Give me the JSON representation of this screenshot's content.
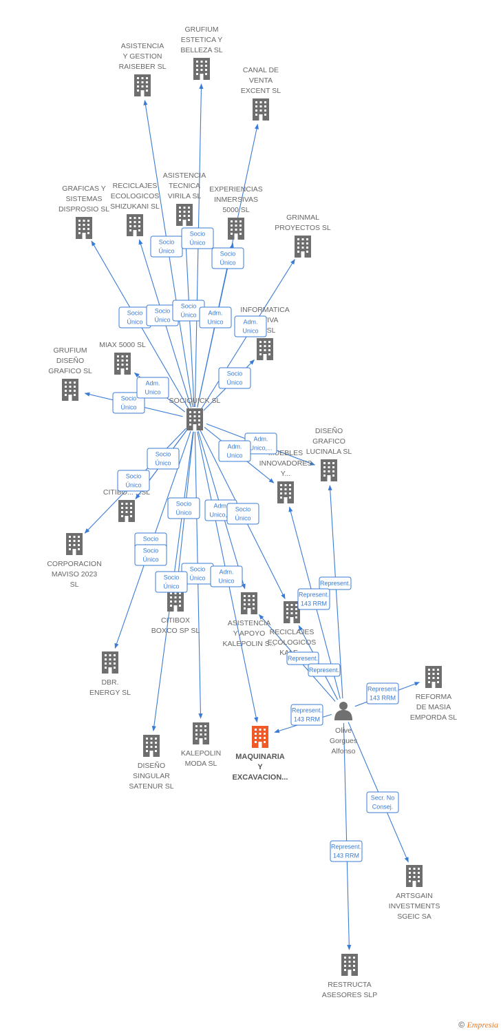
{
  "colors": {
    "edge": "#3a7bd5",
    "building": "#6e6e6e",
    "focus": "#f05a28",
    "person": "#707070"
  },
  "nodes": [
    {
      "id": "raiseber",
      "type": "company",
      "label": [
        "ASISTENCIA",
        "Y GESTION",
        "RAISEBER  SL"
      ]
    },
    {
      "id": "grufium_est",
      "type": "company",
      "label": [
        "GRUFIUM",
        "ESTETICA Y",
        "BELLEZA  SL"
      ]
    },
    {
      "id": "canal",
      "type": "company",
      "label": [
        "CANAL DE",
        "VENTA",
        "EXCENT  SL"
      ]
    },
    {
      "id": "graficas",
      "type": "company",
      "label": [
        "GRAFICAS Y",
        "SISTEMAS",
        "DISPROSIO  SL"
      ]
    },
    {
      "id": "reciclajes_shi",
      "type": "company",
      "label": [
        "RECICLAJES",
        "ECOLOGICOS",
        "SHIZUKANI  SL"
      ]
    },
    {
      "id": "virila",
      "type": "company",
      "label": [
        "ASISTENCIA",
        "TECNICA",
        "VIRILA  SL"
      ]
    },
    {
      "id": "experiencias",
      "type": "company",
      "label": [
        "EXPERIENCIAS",
        "INMERSIVAS",
        "5000  SL"
      ]
    },
    {
      "id": "grinmal",
      "type": "company",
      "label": [
        "GRINMAL",
        "PROYECTOS  SL"
      ]
    },
    {
      "id": "informatica",
      "type": "company",
      "label": [
        "INFORMATICA",
        "...NTIVA",
        "...A  SL"
      ]
    },
    {
      "id": "grufium_dis",
      "type": "company",
      "label": [
        "GRUFIUM",
        "DISEÑO",
        "GRAFICO  SL"
      ]
    },
    {
      "id": "miax",
      "type": "company",
      "label": [
        "MIAX 5000  SL"
      ]
    },
    {
      "id": "sociquick",
      "type": "company",
      "label": [
        "SOCIQUICK  SL"
      ]
    },
    {
      "id": "lucinala",
      "type": "company",
      "label": [
        "DISEÑO",
        "GRAFICO",
        "LUCINALA  SL"
      ]
    },
    {
      "id": "muebles",
      "type": "company",
      "label": [
        "...UEBLES",
        "INNOVADORES",
        "Y..."
      ]
    },
    {
      "id": "citibox",
      "type": "company",
      "label": [
        "CITIBO... ...SL"
      ]
    },
    {
      "id": "corporacion",
      "type": "company",
      "label": [
        "CORPORACION",
        "MAVISO 2023",
        "SL"
      ]
    },
    {
      "id": "citibox_boxco",
      "type": "company",
      "label": [
        "CITIBOX",
        "BOXCO SP  SL"
      ]
    },
    {
      "id": "asistencia_kal",
      "type": "company",
      "label": [
        "ASISTENCIA",
        "Y APOYO",
        "KALEPOLIN  S..."
      ]
    },
    {
      "id": "reciclajes_kal",
      "type": "company",
      "label": [
        "RECICLAJES",
        "ECOLOGICOS",
        "KALE..."
      ]
    },
    {
      "id": "dbr",
      "type": "company",
      "label": [
        "DBR.",
        "ENERGY  SL"
      ]
    },
    {
      "id": "reforma",
      "type": "company",
      "label": [
        "REFORMA",
        "DE MASIA",
        "EMPORDA  SL"
      ]
    },
    {
      "id": "satenur",
      "type": "company",
      "label": [
        "DISEÑO",
        "SINGULAR",
        "SATENUR  SL"
      ]
    },
    {
      "id": "kalepolin_moda",
      "type": "company",
      "label": [
        "KALEPOLIN",
        "MODA  SL"
      ]
    },
    {
      "id": "maquinaria",
      "type": "focus",
      "label": [
        "MAQUINARIA",
        "Y",
        "EXCAVACION..."
      ]
    },
    {
      "id": "olive",
      "type": "person",
      "label": [
        "Olive",
        "Gorgues",
        "Alfonso"
      ]
    },
    {
      "id": "artsgain",
      "type": "company",
      "label": [
        "ARTSGAIN",
        "INVESTMENTS",
        "SGEIC SA"
      ]
    },
    {
      "id": "restructa",
      "type": "company",
      "label": [
        "RESTRUCTA",
        "ASESORES SLP"
      ]
    }
  ],
  "edges": [
    {
      "from": "sociquick",
      "to": "raiseber",
      "label": [
        "Socio",
        "Único"
      ]
    },
    {
      "from": "sociquick",
      "to": "grufium_est",
      "label": [
        "Socio",
        "Único"
      ]
    },
    {
      "from": "sociquick",
      "to": "canal",
      "label": [
        "Socio",
        "Único"
      ]
    },
    {
      "from": "sociquick",
      "to": "graficas",
      "label": [
        "Socio",
        "Único"
      ]
    },
    {
      "from": "sociquick",
      "to": "reciclajes_shi",
      "label": [
        "Socio",
        "Único"
      ]
    },
    {
      "from": "sociquick",
      "to": "virila",
      "label": [
        "Socio",
        "Único"
      ]
    },
    {
      "from": "sociquick",
      "to": "experiencias",
      "label": [
        "Adm.",
        "Unico"
      ]
    },
    {
      "from": "sociquick",
      "to": "grinmal",
      "label": [
        "Adm.",
        "Unico"
      ]
    },
    {
      "from": "sociquick",
      "to": "informatica",
      "label": [
        "Socio",
        "Único"
      ]
    },
    {
      "from": "sociquick",
      "to": "grufium_dis",
      "label": [
        "Socio",
        "Único"
      ]
    },
    {
      "from": "sociquick",
      "to": "miax",
      "label": [
        "Adm.",
        "Unico"
      ]
    },
    {
      "from": "sociquick",
      "to": "lucinala",
      "label": [
        "Adm.",
        "Unico,..."
      ]
    },
    {
      "from": "sociquick",
      "to": "muebles",
      "label": [
        "Adm.",
        "Unico"
      ]
    },
    {
      "from": "sociquick",
      "to": "citibox",
      "label": [
        "Socio",
        "Único"
      ]
    },
    {
      "from": "sociquick",
      "to": "corporacion",
      "label": [
        "Socio",
        "Único"
      ]
    },
    {
      "from": "sociquick",
      "to": "citibox_boxco",
      "label": [
        "Socio",
        "Único"
      ]
    },
    {
      "from": "sociquick",
      "to": "asistencia_kal",
      "label": [
        "Adm.",
        "Unico,..."
      ]
    },
    {
      "from": "sociquick",
      "to": "reciclajes_kal",
      "label": [
        "Socio",
        "Único"
      ]
    },
    {
      "from": "sociquick",
      "to": "dbr",
      "label": [
        "Socio",
        "Único"
      ]
    },
    {
      "from": "sociquick",
      "to": "satenur",
      "label": [
        "Socio",
        "Único"
      ]
    },
    {
      "from": "sociquick",
      "to": "kalepolin_moda",
      "label": [
        "Socio",
        "Único"
      ]
    },
    {
      "from": "sociquick",
      "to": "maquinaria",
      "label": [
        "Adm.",
        "Unico"
      ]
    },
    {
      "from": "sociquick",
      "to": "citibox",
      "label": [
        "Socio",
        "Único"
      ]
    },
    {
      "from": "olive",
      "to": "lucinala",
      "label": [
        "Represent."
      ]
    },
    {
      "from": "olive",
      "to": "muebles",
      "label": [
        "Represent.",
        "143 RRM"
      ]
    },
    {
      "from": "olive",
      "to": "reciclajes_kal",
      "label": [
        "Represent."
      ]
    },
    {
      "from": "olive",
      "to": "asistencia_kal",
      "label": [
        "Represent."
      ]
    },
    {
      "from": "olive",
      "to": "reforma",
      "label": [
        "Represent.",
        "143 RRM"
      ]
    },
    {
      "from": "olive",
      "to": "maquinaria",
      "label": [
        "Represent.",
        "143 RRM"
      ]
    },
    {
      "from": "olive",
      "to": "artsgain",
      "label": [
        "Secr.  No",
        "Consej."
      ]
    },
    {
      "from": "olive",
      "to": "restructa",
      "label": [
        "Represent.",
        "143 RRM"
      ]
    }
  ],
  "footer": {
    "copyright": "©",
    "brand": "Empresia"
  }
}
